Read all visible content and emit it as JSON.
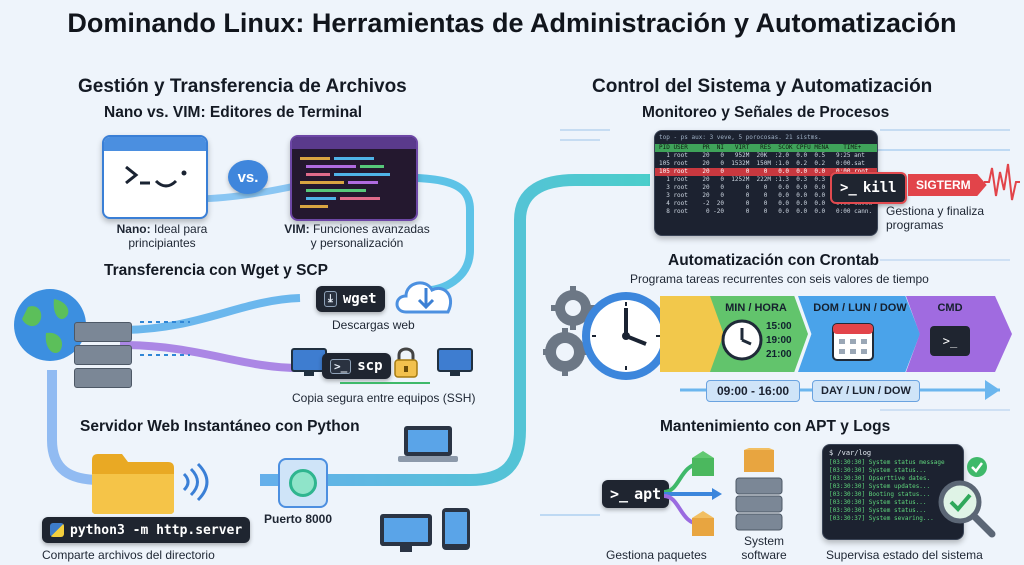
{
  "title": "Dominando Linux: Herramientas de Administración y Automatización",
  "left": {
    "section_title": "Gestión y Transferencia de Archivos",
    "editors": {
      "title": "Nano vs. VIM: Editores de Terminal",
      "vs": "vs.",
      "nano_name": "Nano:",
      "nano_desc": "Ideal para principiantes",
      "vim_name": "VIM:",
      "vim_desc": "Funciones avanzadas y personalización"
    },
    "transfer": {
      "title": "Transferencia con Wget y SCP",
      "wget": "wget",
      "wget_caption": "Descargas web",
      "scp": "scp",
      "scp_caption": "Copia segura entre equipos (SSH)"
    },
    "server": {
      "title": "Servidor Web Instantáneo con Python",
      "command": "python3 -m http.server",
      "caption": "Comparte archivos del directorio",
      "port": "Puerto 8000"
    }
  },
  "right": {
    "section_title": "Control del Sistema y Automatización",
    "processes": {
      "title": "Monitoreo y Señales de Procesos",
      "header_line": "top - ps aux: 3 veve, 5 porocosas. 21 sistms.",
      "columns": "PID USER    PR  NI   VIRT   RES  SCOK CPFU MENA    TIME+",
      "rows": [
        "  1 root    20   0   952M  20K  :2.0  0.0  0.5   9:25 ant",
        "105 root    20   0  1532M  150M :1.0  0.2  0.2   0:00.sat",
        "105 root    20   0      0    0   0.0  0.0  0.0   0:00 root",
        "  1 root    20   0  1252M  222M :1.3  0.3  0.3   0:03 exn",
        "  3 root    20   0      0    0   0.0  0.0  0.0   0:00 top",
        "  3 root    20   0      0    0   0.0  0.0  0.0   0:00 sein",
        "  4 root    -2  20      0    0   0.0  0.0  0.0   0:00 saveu",
        "  8 root     0 -20      0    0   0.0  0.0  0.0   0:00 cann."
      ],
      "kill": "kill",
      "signal": "SIGTERM",
      "caption": "Gestiona y finaliza programas"
    },
    "crontab": {
      "title": "Automatización con Crontab",
      "subtitle": "Programa tareas recurrentes con seis valores de tiempo",
      "min_hora": "MIN / HORA",
      "times": [
        "15:00",
        "19:00",
        "21:00"
      ],
      "dom_lun_dow": "DOM / LUN / DOW",
      "cmd": "CMD",
      "range": "09:00 - 16:00",
      "days": "DAY / LUN / DOW"
    },
    "apt": {
      "title": "Mantenimiento con APT y Logs",
      "apt": "apt",
      "apt_caption": "Gestiona paquetes",
      "system_caption": "System software",
      "log_path": "$ /var/log",
      "log_lines": [
        "[03:30:30] System status message",
        "[03:30:30] System status...",
        "[03:30:30] Opserttive dates.",
        "[03:30:30] System updates...",
        "[03:30:30] Booting status...",
        "[03:30:30] System status...",
        "[03:30:30] System status...",
        "[03:30:37] System sevaring..."
      ],
      "log_caption": "Supervisa estado del sistema"
    }
  }
}
